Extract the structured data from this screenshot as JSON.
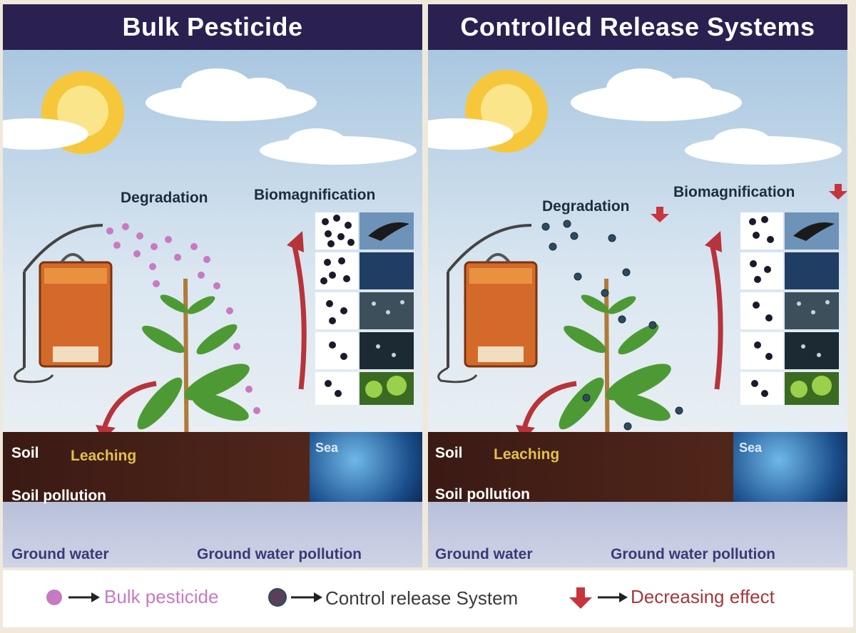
{
  "left": {
    "title": "Bulk Pesticide",
    "degradation": "Degradation",
    "biomagnification": "Biomagnification",
    "soil": "Soil",
    "leaching": "Leaching",
    "soil_pollution": "Soil pollution",
    "sea": "Sea",
    "ground_water": "Ground water",
    "ground_water_pollution": "Ground water pollution"
  },
  "right": {
    "title": "Controlled Release Systems",
    "degradation": "Degradation",
    "biomagnification": "Biomagnification",
    "soil": "Soil",
    "leaching": "Leaching",
    "soil_pollution": "Soil pollution",
    "sea": "Sea",
    "ground_water": "Ground water",
    "ground_water_pollution": "Ground water pollution"
  },
  "legend": {
    "bulk": "Bulk pesticide",
    "control": "Control release System",
    "decreasing": "Decreasing effect"
  },
  "colors": {
    "header": "#2a2150",
    "bulk_particle": "#c77ac2",
    "crs_particle": "#2d4b5e",
    "arrow": "#b8333a",
    "leaching_text": "#e2c14a"
  }
}
